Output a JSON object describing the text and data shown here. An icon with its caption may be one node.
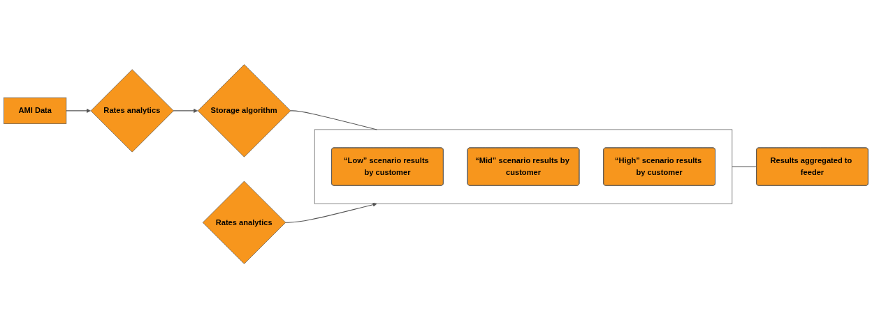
{
  "diagram": {
    "nodes": [
      {
        "text": [
          "AMI Data"
        ]
      },
      {
        "text": [
          "Rates analytics"
        ]
      },
      {
        "text": [
          "Storage algorithm"
        ]
      },
      {
        "text": [
          "Rates analytics"
        ]
      },
      {
        "text": [],
        "shape": "box"
      },
      {
        "text": [
          "“Low” scenario results by customer"
        ],
        "in": 4
      },
      {
        "text": [
          "“Mid” scenario results by customer"
        ],
        "in": 4
      },
      {
        "text": [
          "“High” scenario results by customer"
        ],
        "in": 4
      },
      {
        "text": [
          "Results aggregated to feeder"
        ]
      }
    ],
    "edges": [
      {
        "from": 0,
        "to": 1,
        "arrow": "to"
      },
      {
        "from": 1,
        "to": 2,
        "arrow": "to"
      },
      {
        "from": 2,
        "to": 4,
        "arrow": "none"
      },
      {
        "from": 3,
        "to": 4,
        "arrow": "to"
      },
      {
        "from": 4,
        "to": 8,
        "arrow": "none"
      }
    ]
  }
}
